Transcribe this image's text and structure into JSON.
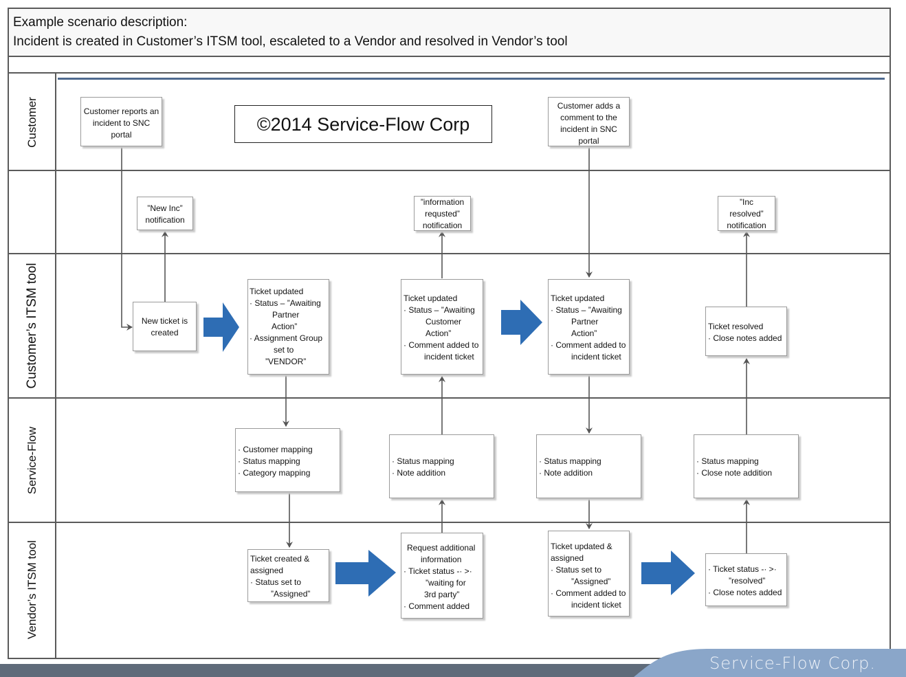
{
  "header": {
    "line1": "Example scenario description:",
    "line2": "Incident is created in Customer’s ITSM tool, escaleted to a Vendor and resolved in Vendor’s tool"
  },
  "lanes": {
    "customer": "Customer",
    "customer_itsm": "Customer’s ITSM tool",
    "service_flow": "Service-Flow",
    "vendor_itsm": "Vendor’s ITSM tool"
  },
  "copyright": "©2014 Service-Flow Corp",
  "boxes": {
    "customer_reports": [
      "Customer reports an",
      "incident to SNC",
      "portal"
    ],
    "customer_adds": [
      "Customer adds a",
      "comment to the",
      "incident in SNC",
      "portal"
    ],
    "new_inc_notif": [
      "”New Inc”",
      "notification"
    ],
    "info_req_notif": [
      "”information",
      "requsted”",
      "notification"
    ],
    "inc_resolved_notif": [
      "”Inc",
      "resolved”",
      "notification"
    ],
    "new_ticket": [
      "New ticket is",
      "created"
    ],
    "ticket_updated_1": [
      "Ticket updated",
      "· Status – ”Awaiting",
      "Partner",
      "Action”",
      "· Assignment Group",
      "set to",
      "”VENDOR”"
    ],
    "ticket_updated_2": [
      "Ticket updated",
      "· Status – ”Awaiting",
      "Customer",
      "Action”",
      "· Comment added to",
      "incident ticket"
    ],
    "ticket_updated_3": [
      "Ticket updated",
      "· Status – ”Awaiting",
      "Partner",
      "Action”",
      "· Comment added to",
      "incident ticket"
    ],
    "ticket_resolved": [
      "Ticket resolved",
      "· Close notes added"
    ],
    "sf_mapping": [
      "· Customer mapping",
      "· Status mapping",
      "· Category mapping"
    ],
    "sf_note_1": [
      "· Status mapping",
      "· Note addition"
    ],
    "sf_note_2": [
      "· Status mapping",
      "· Note addition"
    ],
    "sf_close": [
      "· Status mapping",
      "· Close note addition"
    ],
    "vendor_created": [
      "Ticket created &",
      "assigned",
      "· Status set to",
      "”Assigned”"
    ],
    "vendor_request": [
      "Request additional",
      "information",
      "· Ticket status -· >·",
      "”waiting for",
      "3rd party”",
      "· Comment added"
    ],
    "vendor_updated": [
      "Ticket updated &",
      "assigned",
      "· Status set to",
      "”Assigned”",
      "· Comment added to",
      "incident ticket"
    ],
    "vendor_resolved": [
      "· Ticket status -· >·",
      "”resolved”",
      "· Close notes added"
    ]
  },
  "footer": {
    "brand": "Service-Flow Corp."
  },
  "colors": {
    "arrow_blue": "#2e6db4",
    "line_gray": "#5a5a5a",
    "accent_bar": "#4f6a8f"
  },
  "icons": [
    "block-arrow-right-icon"
  ]
}
